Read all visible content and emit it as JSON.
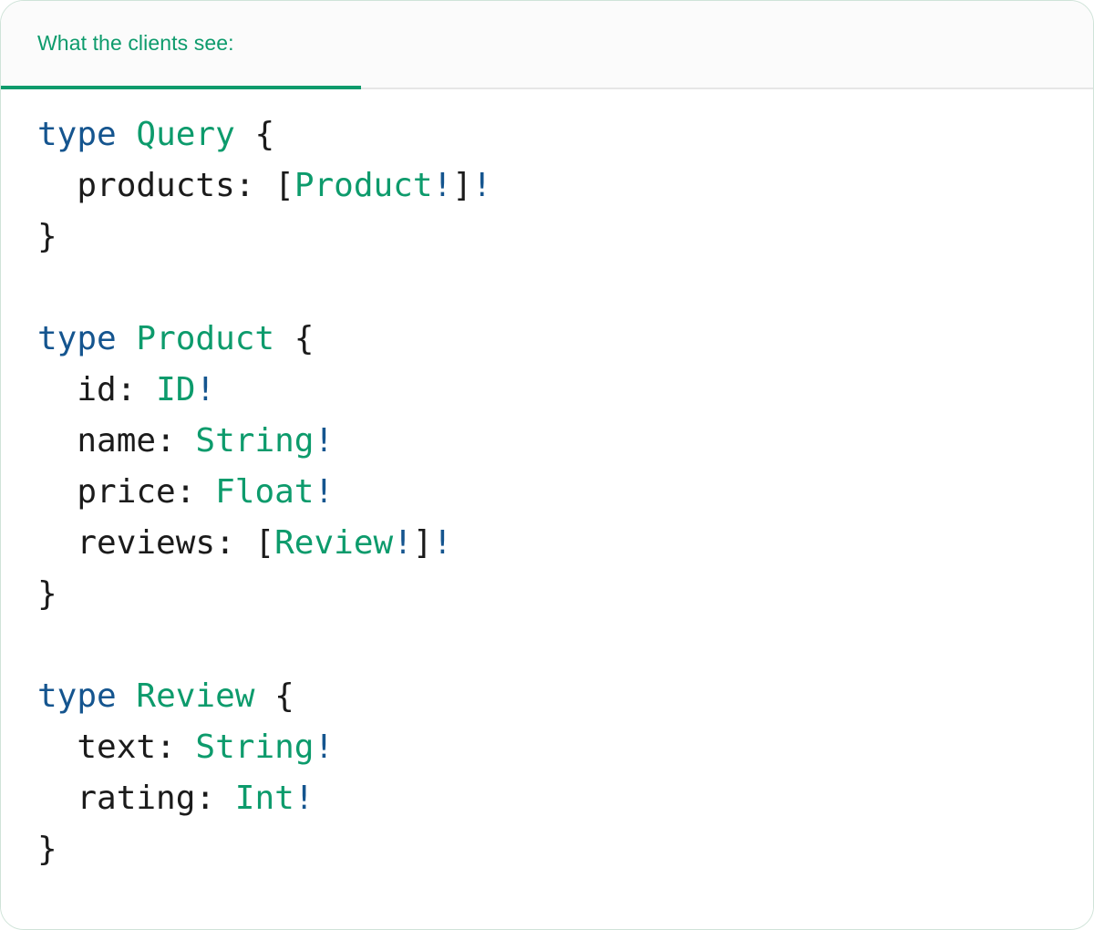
{
  "panel": {
    "accent_color": "#0d9b6c",
    "keyword_color": "#15558f",
    "punctuation_color": "#1b1b1b",
    "header_background": "#fbfbfb",
    "body_background": "#ffffff",
    "border_color": "#cfe3d8"
  },
  "header": {
    "tab_label": "What the clients see:"
  },
  "code": {
    "language": "graphql",
    "lines": [
      {
        "index": 1,
        "text": "type Query {",
        "tokens": [
          {
            "t": "type",
            "c": "kw"
          },
          {
            "t": " ",
            "c": "punc"
          },
          {
            "t": "Query",
            "c": "type"
          },
          {
            "t": " ",
            "c": "punc"
          },
          {
            "t": "{",
            "c": "punc"
          }
        ]
      },
      {
        "index": 2,
        "text": "  products: [Product!]!",
        "tokens": [
          {
            "t": "  ",
            "c": "punc"
          },
          {
            "t": "products:",
            "c": "name"
          },
          {
            "t": " ",
            "c": "punc"
          },
          {
            "t": "[",
            "c": "punc"
          },
          {
            "t": "Product",
            "c": "type"
          },
          {
            "t": "!",
            "c": "bang"
          },
          {
            "t": "]",
            "c": "punc"
          },
          {
            "t": "!",
            "c": "bang"
          }
        ]
      },
      {
        "index": 3,
        "text": "}",
        "tokens": [
          {
            "t": "}",
            "c": "punc"
          }
        ]
      },
      {
        "index": 4,
        "text": "",
        "tokens": []
      },
      {
        "index": 5,
        "text": "type Product {",
        "tokens": [
          {
            "t": "type",
            "c": "kw"
          },
          {
            "t": " ",
            "c": "punc"
          },
          {
            "t": "Product",
            "c": "type"
          },
          {
            "t": " ",
            "c": "punc"
          },
          {
            "t": "{",
            "c": "punc"
          }
        ]
      },
      {
        "index": 6,
        "text": "  id: ID!",
        "tokens": [
          {
            "t": "  ",
            "c": "punc"
          },
          {
            "t": "id:",
            "c": "name"
          },
          {
            "t": " ",
            "c": "punc"
          },
          {
            "t": "ID",
            "c": "type"
          },
          {
            "t": "!",
            "c": "bang"
          }
        ]
      },
      {
        "index": 7,
        "text": "  name: String!",
        "tokens": [
          {
            "t": "  ",
            "c": "punc"
          },
          {
            "t": "name:",
            "c": "name"
          },
          {
            "t": " ",
            "c": "punc"
          },
          {
            "t": "String",
            "c": "type"
          },
          {
            "t": "!",
            "c": "bang"
          }
        ]
      },
      {
        "index": 8,
        "text": "  price: Float!",
        "tokens": [
          {
            "t": "  ",
            "c": "punc"
          },
          {
            "t": "price:",
            "c": "name"
          },
          {
            "t": " ",
            "c": "punc"
          },
          {
            "t": "Float",
            "c": "type"
          },
          {
            "t": "!",
            "c": "bang"
          }
        ]
      },
      {
        "index": 9,
        "text": "  reviews: [Review!]!",
        "tokens": [
          {
            "t": "  ",
            "c": "punc"
          },
          {
            "t": "reviews:",
            "c": "name"
          },
          {
            "t": " ",
            "c": "punc"
          },
          {
            "t": "[",
            "c": "punc"
          },
          {
            "t": "Review",
            "c": "type"
          },
          {
            "t": "!",
            "c": "bang"
          },
          {
            "t": "]",
            "c": "punc"
          },
          {
            "t": "!",
            "c": "bang"
          }
        ]
      },
      {
        "index": 10,
        "text": "}",
        "tokens": [
          {
            "t": "}",
            "c": "punc"
          }
        ]
      },
      {
        "index": 11,
        "text": "",
        "tokens": []
      },
      {
        "index": 12,
        "text": "type Review {",
        "tokens": [
          {
            "t": "type",
            "c": "kw"
          },
          {
            "t": " ",
            "c": "punc"
          },
          {
            "t": "Review",
            "c": "type"
          },
          {
            "t": " ",
            "c": "punc"
          },
          {
            "t": "{",
            "c": "punc"
          }
        ]
      },
      {
        "index": 13,
        "text": "  text: String!",
        "tokens": [
          {
            "t": "  ",
            "c": "punc"
          },
          {
            "t": "text:",
            "c": "name"
          },
          {
            "t": " ",
            "c": "punc"
          },
          {
            "t": "String",
            "c": "type"
          },
          {
            "t": "!",
            "c": "bang"
          }
        ]
      },
      {
        "index": 14,
        "text": "  rating: Int!",
        "tokens": [
          {
            "t": "  ",
            "c": "punc"
          },
          {
            "t": "rating:",
            "c": "name"
          },
          {
            "t": " ",
            "c": "punc"
          },
          {
            "t": "Int",
            "c": "type"
          },
          {
            "t": "!",
            "c": "bang"
          }
        ]
      },
      {
        "index": 15,
        "text": "}",
        "tokens": [
          {
            "t": "}",
            "c": "punc"
          }
        ]
      }
    ]
  }
}
